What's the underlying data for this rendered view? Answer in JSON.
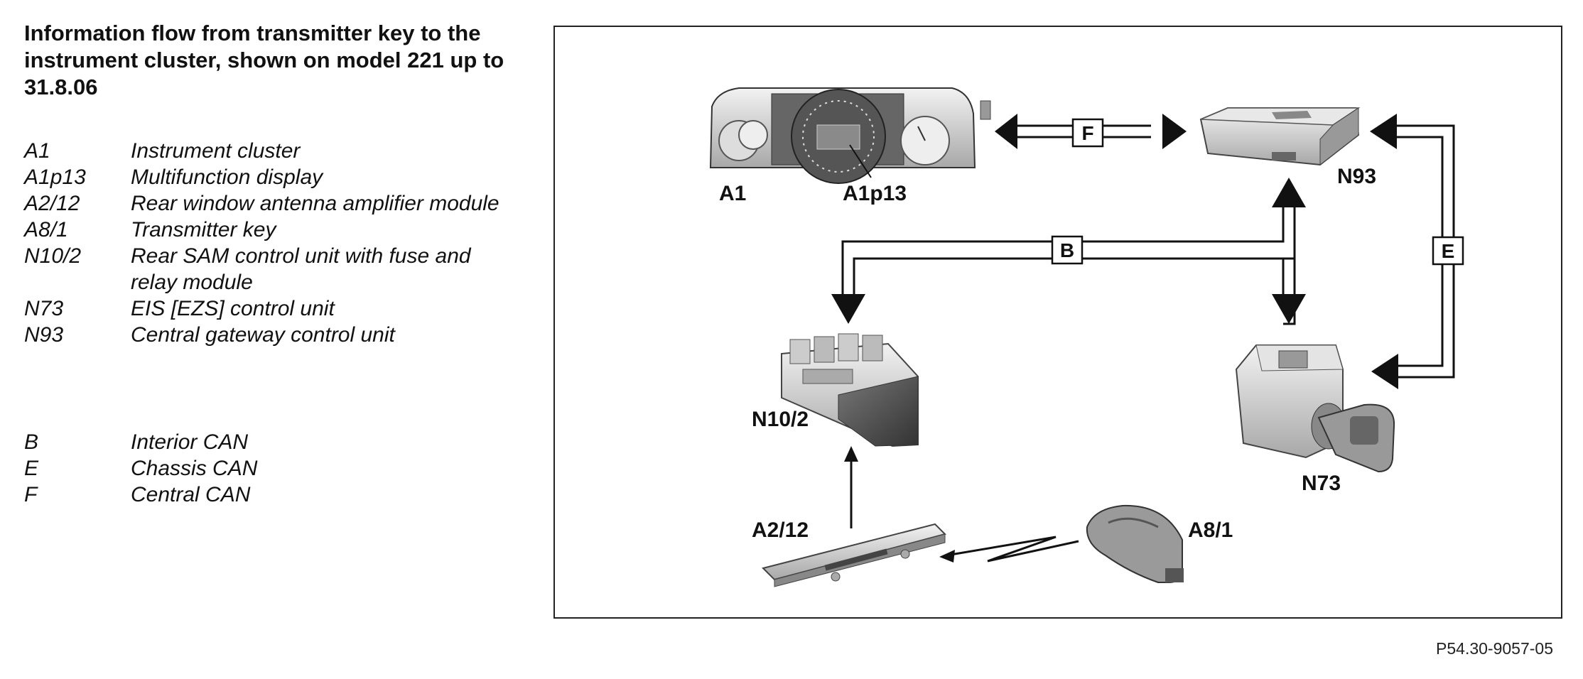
{
  "title": "Information flow from transmitter key to the instrument cluster, shown on model 221 up to 31.8.06",
  "legend_components": [
    {
      "code": "A1",
      "desc": "Instrument cluster"
    },
    {
      "code": "A1p13",
      "desc": "Multifunction display"
    },
    {
      "code": "A2/12",
      "desc": "Rear window antenna amplifier module"
    },
    {
      "code": "A8/1",
      "desc": "Transmitter key"
    },
    {
      "code": "N10/2",
      "desc": "Rear SAM control unit with fuse and relay module"
    },
    {
      "code": "N73",
      "desc": "EIS [EZS] control unit"
    },
    {
      "code": "N93",
      "desc": "Central gateway control unit"
    }
  ],
  "legend_buses": [
    {
      "code": "B",
      "desc": "Interior CAN"
    },
    {
      "code": "E",
      "desc": "Chassis CAN"
    },
    {
      "code": "F",
      "desc": "Central CAN"
    }
  ],
  "diagram": {
    "labels": {
      "a1": "A1",
      "a1p13": "A1p13",
      "n93": "N93",
      "n102": "N10/2",
      "n73": "N73",
      "a212": "A2/12",
      "a81": "A8/1"
    },
    "bus_labels": {
      "f": "F",
      "b": "B",
      "e": "E"
    }
  },
  "figure_ref": "P54.30-9057-05"
}
